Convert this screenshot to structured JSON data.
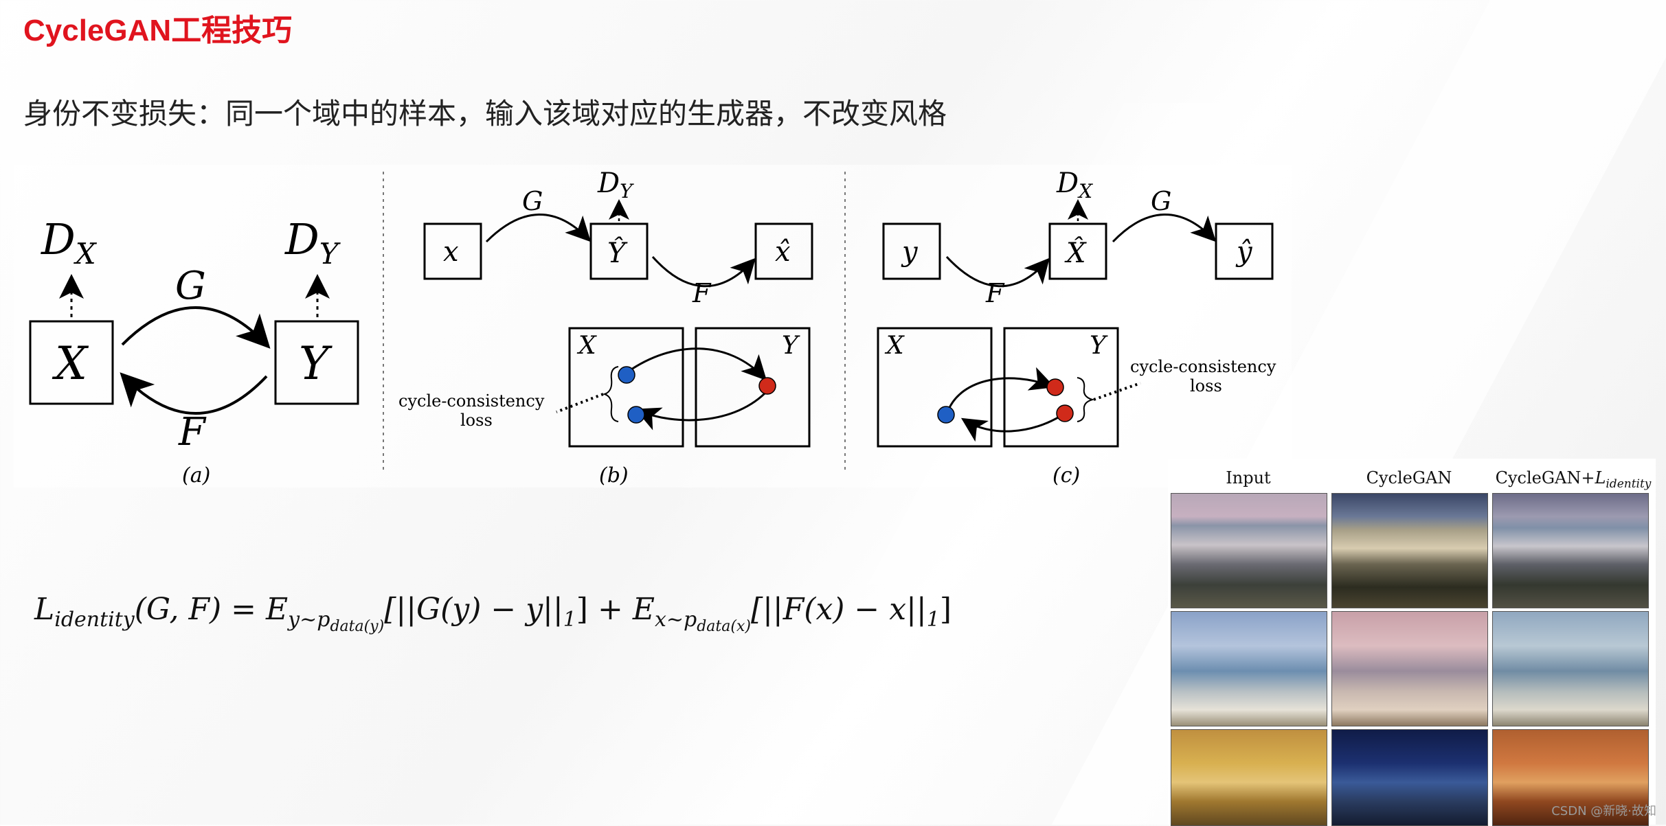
{
  "slide": {
    "title": "CycleGAN工程技巧",
    "subtitle": "身份不变损失：同一个域中的样本，输入该域对应的生成器，不改变风格"
  },
  "diagram": {
    "panel_a": {
      "caption": "(a)",
      "node_x": "X",
      "node_y": "Y",
      "disc_x": "D",
      "disc_x_sub": "X",
      "disc_y": "D",
      "disc_y_sub": "Y",
      "arrow_g": "G",
      "arrow_f": "F"
    },
    "panel_b": {
      "caption": "(b)",
      "input": "x",
      "mid": "Ŷ",
      "output": "x̂",
      "disc": "D",
      "disc_sub": "Y",
      "arrow_g": "G",
      "arrow_f": "F",
      "domain_x": "X",
      "domain_y": "Y",
      "loss_line1": "cycle-consistency",
      "loss_line2": "loss"
    },
    "panel_c": {
      "caption": "(c)",
      "input": "y",
      "mid": "X̂",
      "output": "ŷ",
      "disc": "D",
      "disc_sub": "X",
      "arrow_g": "G",
      "arrow_f": "F",
      "domain_x": "X",
      "domain_y": "Y",
      "loss_line1": "cycle-consistency",
      "loss_line2": "loss"
    }
  },
  "formula": {
    "lhs": "L",
    "lhs_sub": "identity",
    "args": "(G, F) = ",
    "e1": "E",
    "e1_sub": "y~p",
    "e1_subsub": "data(y)",
    "term1": "[||G(y) − y||",
    "norm1": "1",
    "close1": "] + ",
    "e2": "E",
    "e2_sub": "x~p",
    "e2_subsub": "data(x)",
    "term2": "[||F(x) − x||",
    "norm2": "1",
    "close2": "]"
  },
  "figure": {
    "columns": [
      "Input",
      "CycleGAN",
      "CycleGAN+"
    ],
    "col3_sub": "identity",
    "col3_symbol": "L"
  },
  "watermark": "CSDN @新晓·故知",
  "colors": {
    "title": "#e0141e",
    "blue_dot": "#1f5fc4",
    "red_dot": "#d02a1a"
  }
}
